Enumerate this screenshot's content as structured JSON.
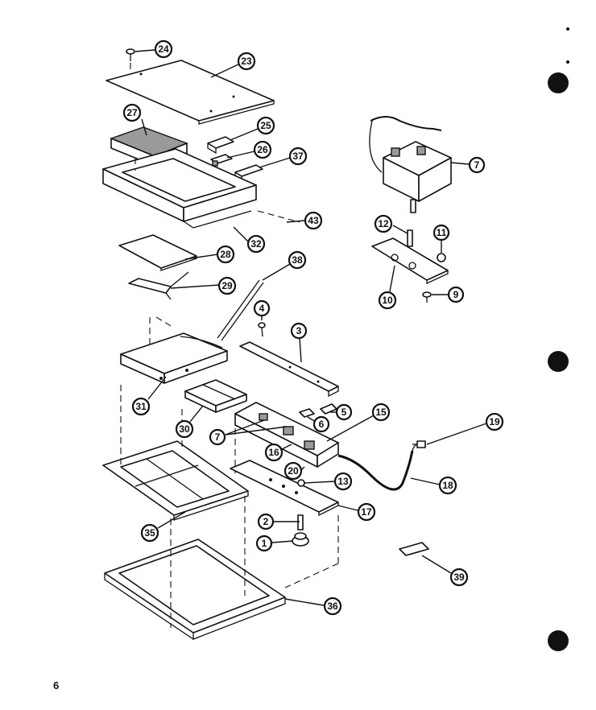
{
  "page": {
    "number": "6"
  },
  "callouts": [
    "24",
    "23",
    "27",
    "25",
    "26",
    "37",
    "43",
    "32",
    "28",
    "38",
    "29",
    "4",
    "3",
    "31",
    "30",
    "5",
    "6",
    "15",
    "7",
    "16",
    "20",
    "13",
    "19",
    "18",
    "35",
    "17",
    "2",
    "1",
    "36",
    "39",
    "7",
    "12",
    "11",
    "10",
    "9"
  ],
  "colors": {
    "ink": "#111111",
    "paper": "#ffffff"
  }
}
